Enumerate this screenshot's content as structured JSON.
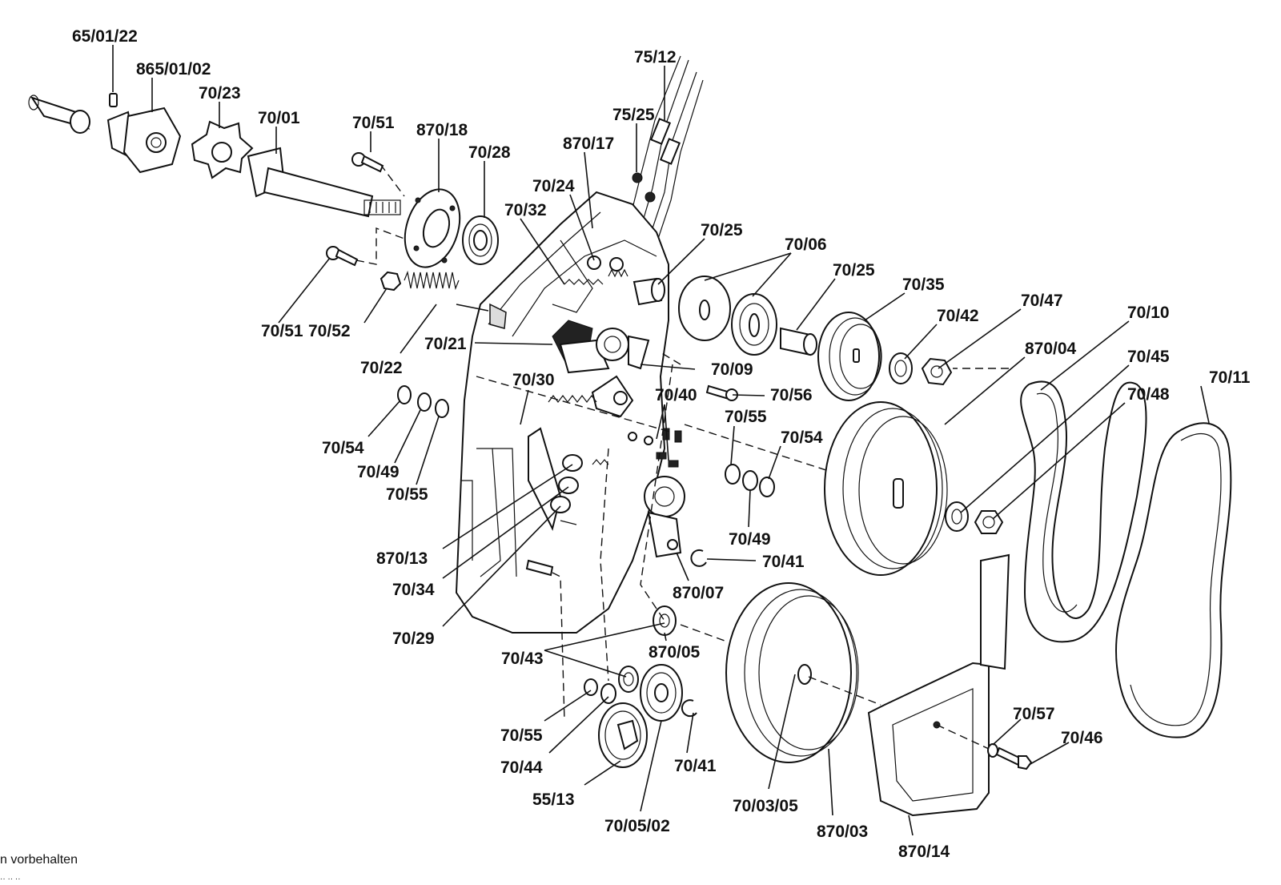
{
  "labels": [
    "65/01/22",
    "865/01/02",
    "70/23",
    "70/01",
    "70/51",
    "870/18",
    "70/28",
    "75/12",
    "75/25",
    "870/17",
    "70/24",
    "70/32",
    "70/25",
    "70/06",
    "70/25",
    "70/35",
    "70/47",
    "70/42",
    "70/10",
    "870/04",
    "70/45",
    "70/11",
    "70/48",
    "70/51",
    "70/52",
    "70/22",
    "70/21",
    "70/09",
    "70/56",
    "70/30",
    "70/40",
    "70/55",
    "70/54",
    "70/54",
    "70/49",
    "70/55",
    "870/13",
    "70/34",
    "70/29",
    "70/49",
    "70/41",
    "870/07",
    "70/43",
    "870/05",
    "70/55",
    "70/44",
    "55/13",
    "70/41",
    "70/05/02",
    "70/03/05",
    "870/03",
    "870/14",
    "70/57",
    "70/46"
  ],
  "footer": {
    "line1": "n vorbehalten",
    "line2": "·· ·· ··"
  },
  "colors": {
    "ink": "#111111",
    "paper": "#ffffff"
  }
}
